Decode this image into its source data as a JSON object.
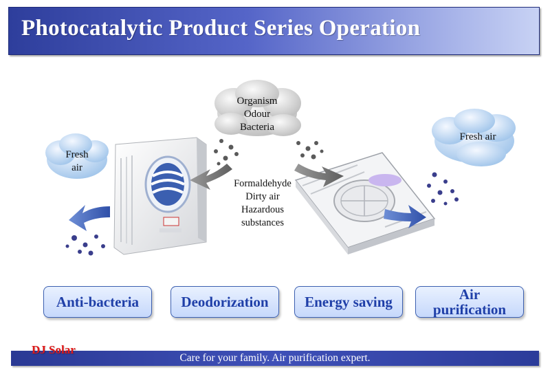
{
  "header": {
    "title": "Photocatalytic Product Series Operation"
  },
  "clouds": {
    "left": [
      "Fresh",
      "air"
    ],
    "top": [
      "Organism",
      "Odour",
      "Bacteria"
    ],
    "right": [
      "Fresh air"
    ]
  },
  "middle_text": [
    "Formaldehyde",
    "Dirty air",
    "Hazardous",
    "substances"
  ],
  "features": [
    {
      "label": "Anti-bacteria"
    },
    {
      "label": "Deodorization"
    },
    {
      "label": "Energy saving"
    },
    {
      "label": "Air purification"
    }
  ],
  "footer": {
    "brand": "DJ Solar",
    "tagline": "Care for your family. Air purification expert."
  },
  "colors": {
    "title_blue": "#2e3e9c",
    "feature_text": "#1f3fa8",
    "brand_red": "#e01818",
    "arrow_blue": "#3b5fb0"
  }
}
